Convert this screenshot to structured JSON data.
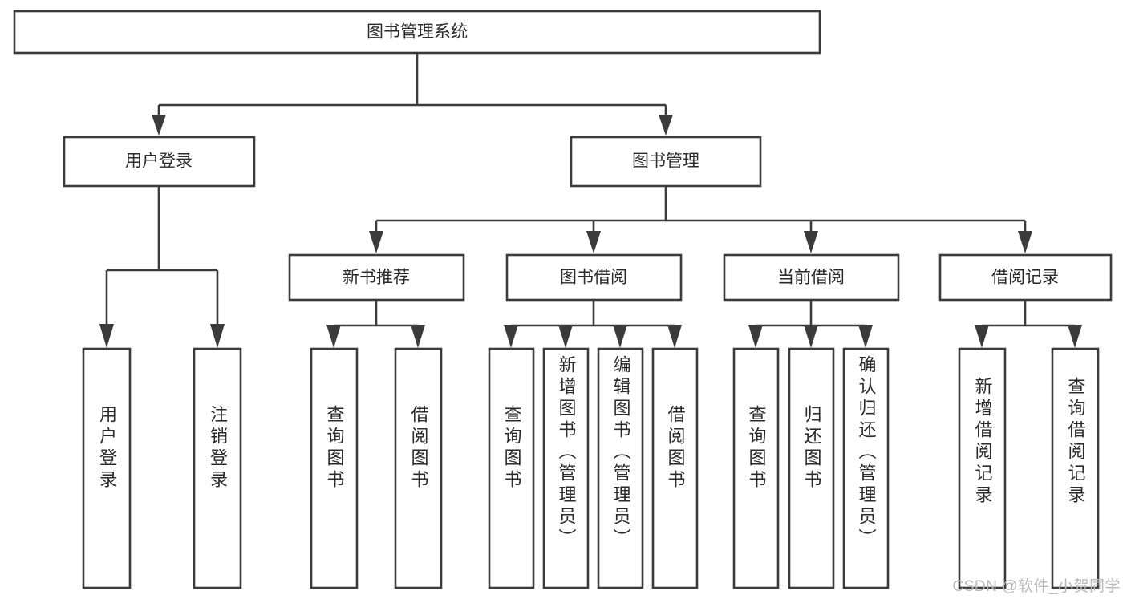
{
  "diagram": {
    "type": "hierarchy-tree",
    "title": "图书管理系统",
    "orientation": "top-down",
    "watermark": "CSDN @软件_小贺同学",
    "colors": {
      "box_stroke": "#3b3b3b",
      "box_fill": "#ffffff",
      "text": "#2b2b2b",
      "connector": "#3b3b3b",
      "watermark": "#b9b9b9",
      "background": "#ffffff"
    },
    "root": {
      "label": "图书管理系统"
    },
    "level2": [
      {
        "label": "用户登录"
      },
      {
        "label": "图书管理"
      }
    ],
    "level3": [
      {
        "label": "新书推荐"
      },
      {
        "label": "图书借阅"
      },
      {
        "label": "当前借阅"
      },
      {
        "label": "借阅记录"
      }
    ],
    "leaves": {
      "user_login": [
        {
          "label": "用户登录"
        },
        {
          "label": "注销登录"
        }
      ],
      "new_book_recommend": [
        {
          "label": "查询图书"
        },
        {
          "label": "借阅图书"
        }
      ],
      "book_borrow": [
        {
          "label": "查询图书"
        },
        {
          "label": "新增图书（管理员）"
        },
        {
          "label": "编辑图书（管理员）"
        },
        {
          "label": "借阅图书"
        }
      ],
      "current_borrow": [
        {
          "label": "查询图书"
        },
        {
          "label": "归还图书"
        },
        {
          "label": "确认归还（管理员）"
        }
      ],
      "borrow_records": [
        {
          "label": "新增借阅记录"
        },
        {
          "label": "查询借阅记录"
        }
      ]
    }
  }
}
